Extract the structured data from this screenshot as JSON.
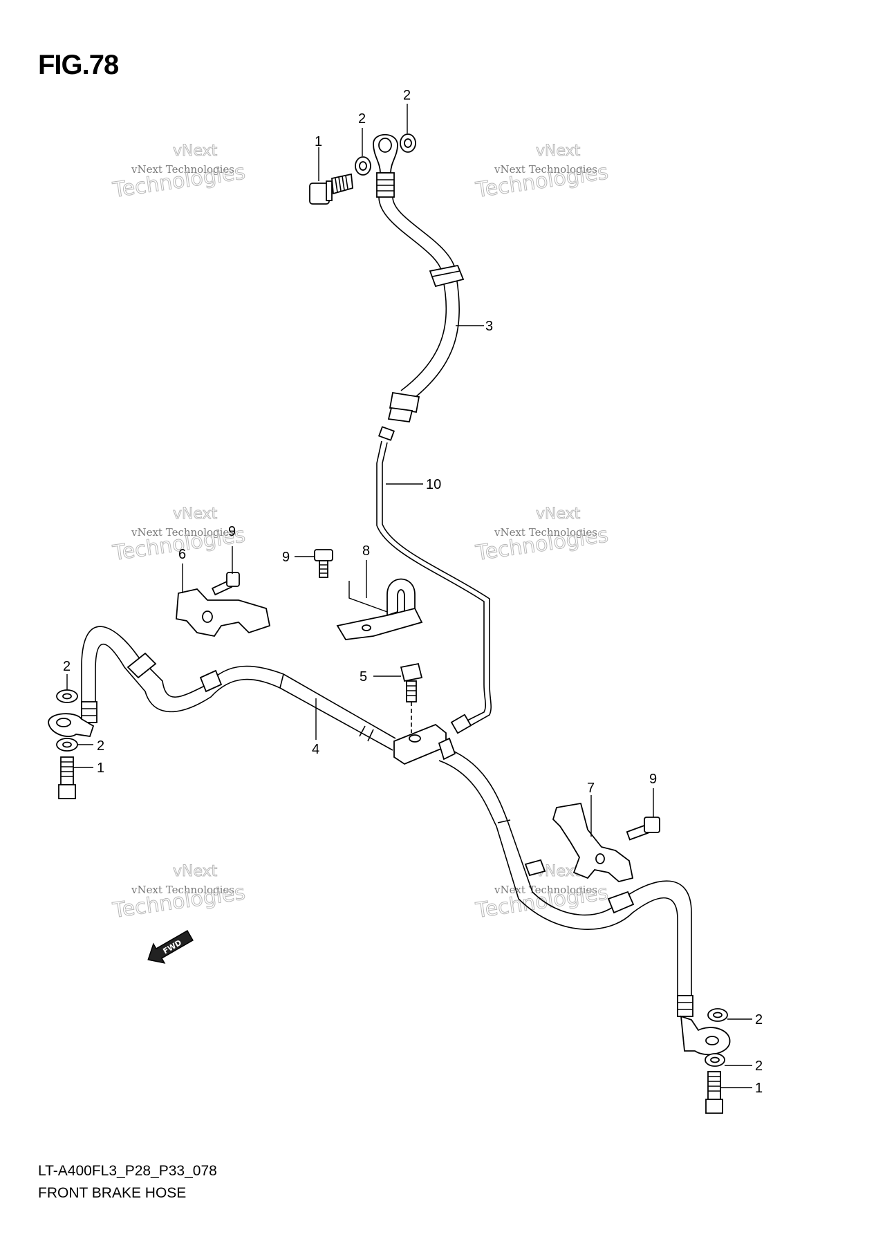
{
  "figure": {
    "title": "FIG.78",
    "model_code": "LT-A400FL3_P28_P33_078",
    "name": "FRONT BRAKE HOSE",
    "fwd_label": "FWD"
  },
  "watermark": {
    "line1": "vNext Technologies",
    "line2": "Technologies",
    "line3": "vNext"
  },
  "callouts": [
    {
      "id": "c1a",
      "label": "1"
    },
    {
      "id": "c2a",
      "label": "2"
    },
    {
      "id": "c2b",
      "label": "2"
    },
    {
      "id": "c3",
      "label": "3"
    },
    {
      "id": "c10",
      "label": "10"
    },
    {
      "id": "c9a",
      "label": "9"
    },
    {
      "id": "c6",
      "label": "6"
    },
    {
      "id": "c9b",
      "label": "9"
    },
    {
      "id": "c8",
      "label": "8"
    },
    {
      "id": "c2c",
      "label": "2"
    },
    {
      "id": "c2d",
      "label": "2"
    },
    {
      "id": "c1b",
      "label": "1"
    },
    {
      "id": "c5",
      "label": "5"
    },
    {
      "id": "c4",
      "label": "4"
    },
    {
      "id": "c7",
      "label": "7"
    },
    {
      "id": "c9c",
      "label": "9"
    },
    {
      "id": "c2e",
      "label": "2"
    },
    {
      "id": "c2f",
      "label": "2"
    },
    {
      "id": "c1c",
      "label": "1"
    }
  ]
}
